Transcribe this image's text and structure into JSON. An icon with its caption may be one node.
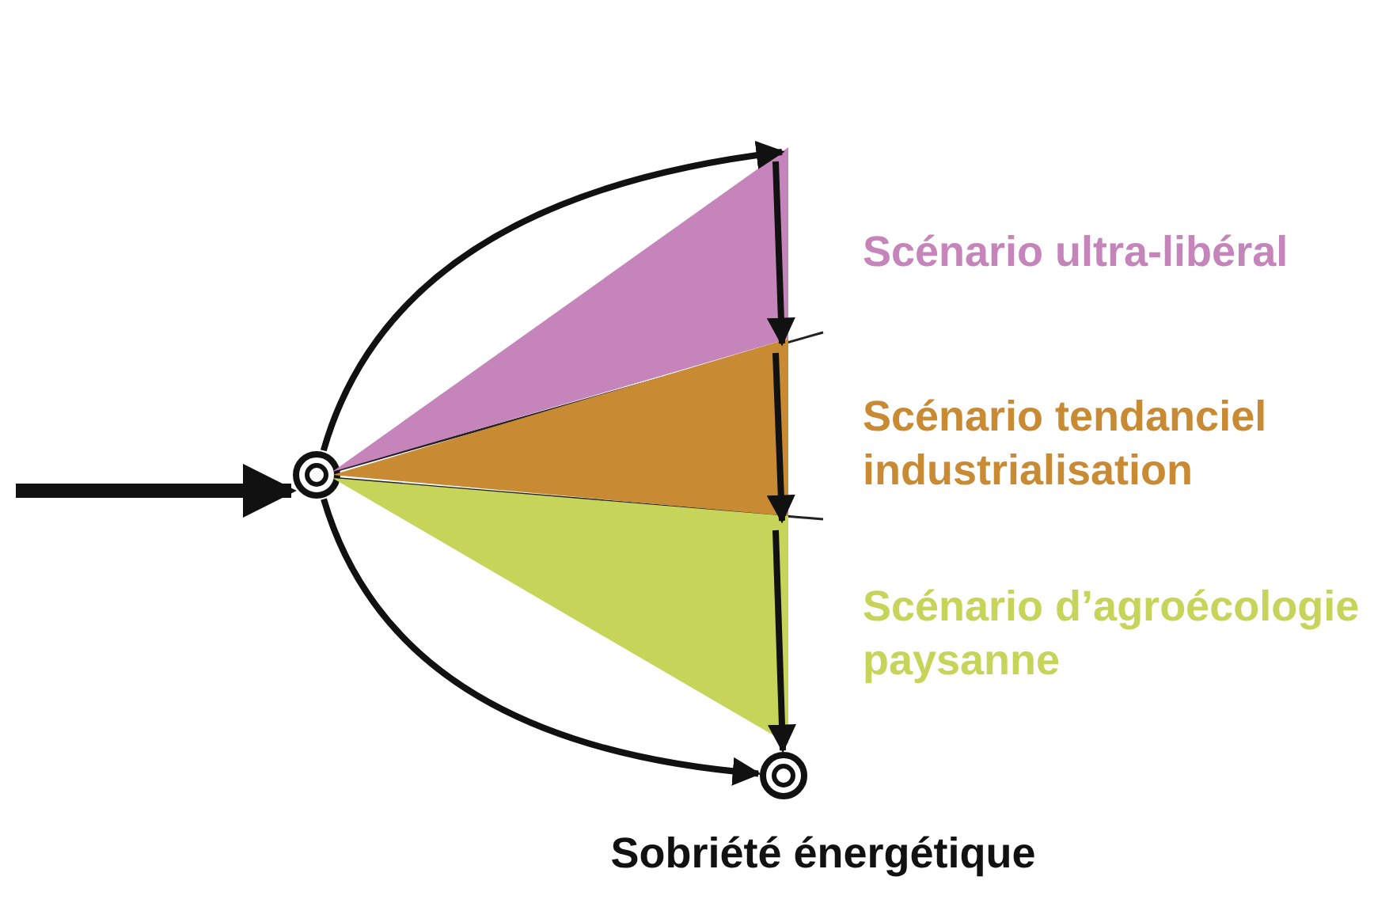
{
  "diagram": {
    "nodes": [
      {
        "text": [],
        "shape": "circle"
      },
      {
        "text": [],
        "shape": "triangle",
        "beside": [
          "Scénario ultra-libéral"
        ]
      },
      {
        "text": [],
        "shape": "triangle",
        "beside": [
          "Scénario tendanciel industrialisation"
        ]
      },
      {
        "text": [],
        "shape": "triangle",
        "beside": [
          "Scénario d’agroécologie paysanne"
        ]
      },
      {
        "text": [],
        "shape": "circle",
        "beside": [
          "Sobriété énergétique"
        ]
      }
    ],
    "edges": [
      {
        "from": null,
        "to": 0,
        "arrow": "to",
        "style": "thick"
      },
      {
        "from": 0,
        "to": 1,
        "arrow": "to"
      },
      {
        "from": 1,
        "to": 2,
        "arrow": "to"
      },
      {
        "from": 2,
        "to": 3,
        "arrow": "to"
      },
      {
        "from": 3,
        "to": 4,
        "arrow": "to"
      },
      {
        "from": 0,
        "to": 4,
        "arrow": "to"
      }
    ]
  }
}
